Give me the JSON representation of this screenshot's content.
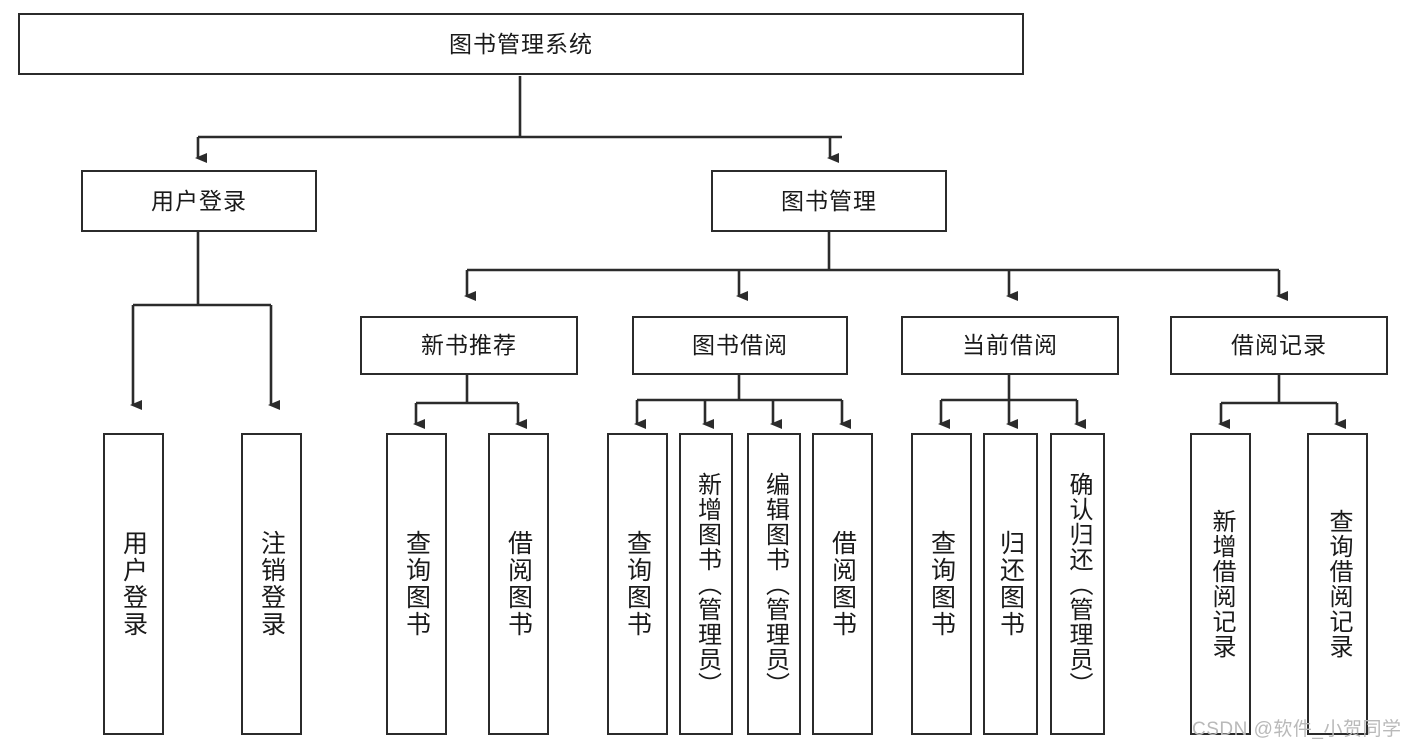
{
  "diagram": {
    "title": "图书管理系统",
    "type": "hierarchy-tree",
    "watermark": "CSDN @软件_小贺同学",
    "colors": {
      "stroke": "#2b2b2b",
      "fill": "#ffffff",
      "text": "#1a1a1a",
      "watermark": "#b9b9b9"
    },
    "levels": {
      "level1": [
        {
          "id": "root",
          "label": "图书管理系统"
        }
      ],
      "level2": [
        {
          "id": "user-login",
          "label": "用户登录"
        },
        {
          "id": "book-manage",
          "label": "图书管理"
        }
      ],
      "level3": [
        {
          "id": "new-book-rec",
          "label": "新书推荐"
        },
        {
          "id": "book-borrow",
          "label": "图书借阅"
        },
        {
          "id": "current-borrow",
          "label": "当前借阅"
        },
        {
          "id": "borrow-record",
          "label": "借阅记录"
        }
      ],
      "level4": [
        {
          "id": "leaf-user-login",
          "label": "用户登录",
          "parent": "user-login"
        },
        {
          "id": "leaf-logout-login",
          "label": "注销登录",
          "parent": "user-login"
        },
        {
          "id": "leaf-query-book-1",
          "label": "查询图书",
          "parent": "new-book-rec"
        },
        {
          "id": "leaf-borrow-book-1",
          "label": "借阅图书",
          "parent": "new-book-rec"
        },
        {
          "id": "leaf-query-book-2",
          "label": "查询图书",
          "parent": "book-borrow"
        },
        {
          "id": "leaf-add-book",
          "label": "新增图书（管理员）",
          "parent": "book-borrow"
        },
        {
          "id": "leaf-edit-book",
          "label": "编辑图书（管理员）",
          "parent": "book-borrow"
        },
        {
          "id": "leaf-borrow-book-2",
          "label": "借阅图书",
          "parent": "book-borrow"
        },
        {
          "id": "leaf-query-book-3",
          "label": "查询图书",
          "parent": "current-borrow"
        },
        {
          "id": "leaf-return-book",
          "label": "归还图书",
          "parent": "current-borrow"
        },
        {
          "id": "leaf-confirm-return",
          "label": "确认归还（管理员）",
          "parent": "current-borrow"
        },
        {
          "id": "leaf-add-record",
          "label": "新增借阅记录",
          "parent": "borrow-record"
        },
        {
          "id": "leaf-query-record",
          "label": "查询借阅记录",
          "parent": "borrow-record"
        }
      ]
    }
  }
}
